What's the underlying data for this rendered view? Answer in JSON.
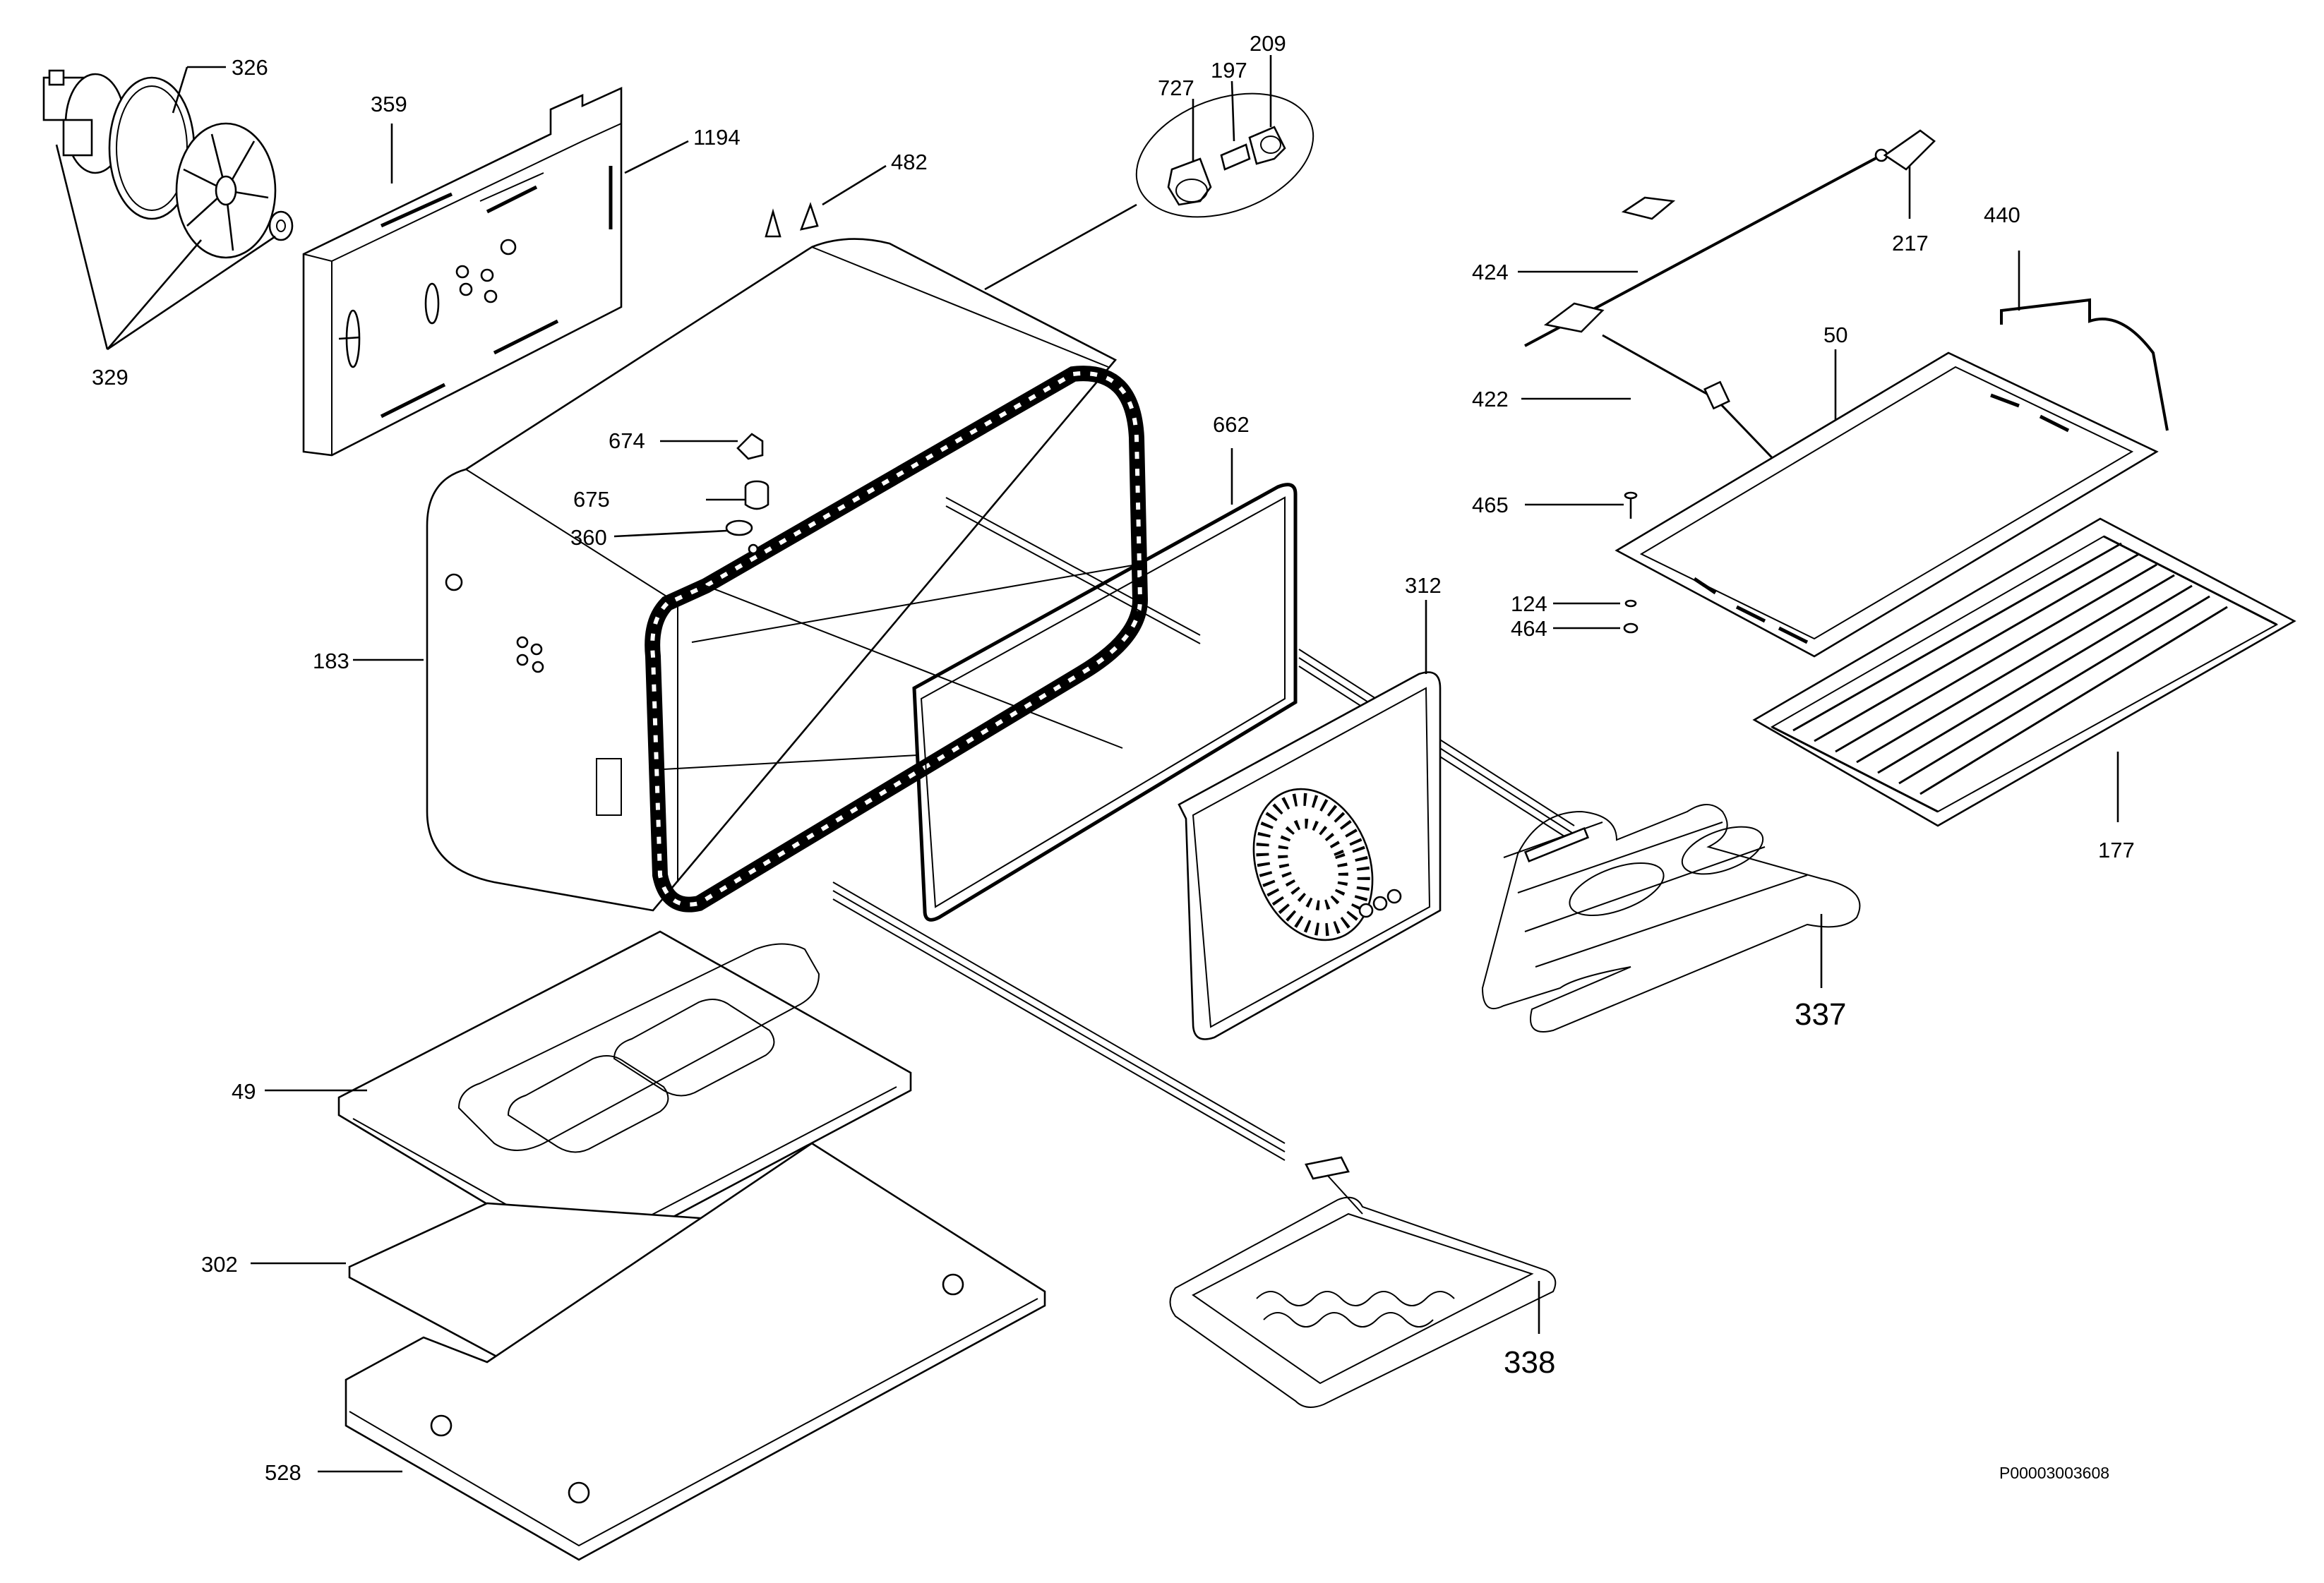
{
  "drawing_code": "P00003003608",
  "labels": {
    "p326": "326",
    "p329": "329",
    "p359": "359",
    "p1194": "1194",
    "p482": "482",
    "p727": "727",
    "p197": "197",
    "p209": "209",
    "p424": "424",
    "p217": "217",
    "p440": "440",
    "p50": "50",
    "p422": "422",
    "p465": "465",
    "p124": "124",
    "p464": "464",
    "p177": "177",
    "p674": "674",
    "p675": "675",
    "p360": "360",
    "p183": "183",
    "p662": "662",
    "p312": "312",
    "p337": "337",
    "p49": "49",
    "p302": "302",
    "p528": "528",
    "p338": "338"
  }
}
